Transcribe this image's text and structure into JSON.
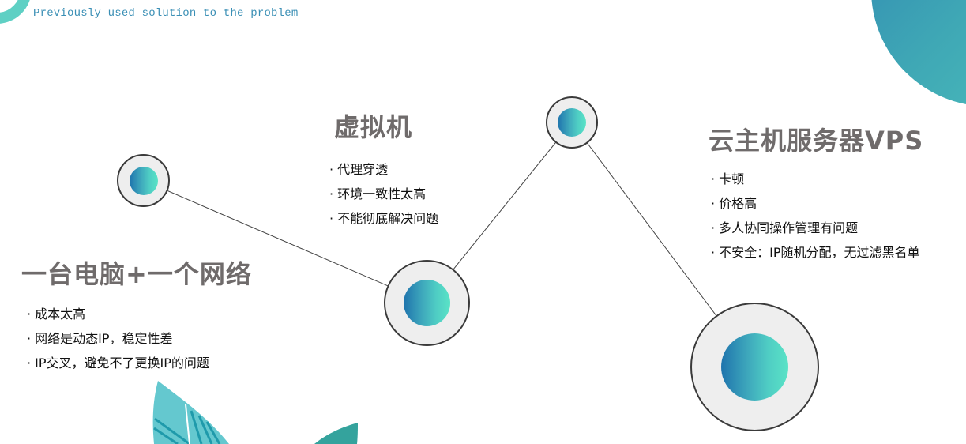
{
  "header": {
    "subtitle": "Previously used solution to the problem"
  },
  "colors": {
    "accent_start": "#1f74ad",
    "accent_end": "#5ae3c6",
    "heading": "#6f6b6b",
    "subtitle": "#3a8fb5",
    "node_fill": "#eeeeee",
    "node_border": "#3a3a3a"
  },
  "solutions": [
    {
      "title": "一台电脑+一个网络",
      "points": [
        "成本太高",
        "网络是动态IP，稳定性差",
        "IP交叉，避免不了更换IP的问题"
      ]
    },
    {
      "title": "虚拟机",
      "points": [
        "代理穿透",
        "环境一致性太高",
        "不能彻底解决问题"
      ]
    },
    {
      "title": "云主机服务器VPS",
      "points": [
        "卡顿",
        "价格高",
        "多人协同操作管理有问题",
        "不安全：IP随机分配，无过滤黑名单"
      ]
    }
  ],
  "decor": {
    "top_left_ring": "ring-icon",
    "top_right_blob": "gradient-quarter-circle",
    "bottom_leaves": "leaf-icon"
  }
}
